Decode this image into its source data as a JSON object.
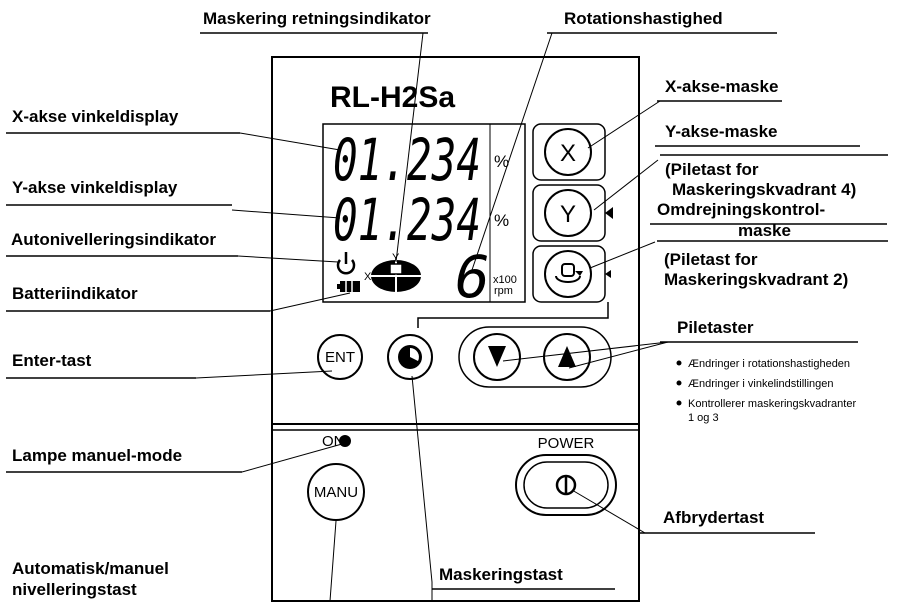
{
  "device": {
    "model": "RL-H2Sa",
    "display": {
      "x_angle": "01.234",
      "y_angle": "01.234",
      "percent_unit": "%",
      "rotation_speed": "6",
      "rpm_multiplier": "x100",
      "rpm_unit": "rpm",
      "axis_x": "X",
      "axis_y": "Y"
    },
    "keys": {
      "x_mask": "X",
      "y_mask": "Y",
      "enter": "ENT",
      "manual": "MANU",
      "power": "POWER",
      "on_lamp": "ON"
    }
  },
  "labels": {
    "masking_direction_indicator": "Maskering retningsindikator",
    "rotation_speed": "Rotationshastighed",
    "x_axis_mask": "X-akse-maske",
    "y_axis_mask": "Y-akse-maske",
    "arrow_key_quadrant4_line1": "(Piletast for",
    "arrow_key_quadrant4_line2": "Maskeringskvadrant 4)",
    "rotation_control_mask_line1": "Omdrejningskontrol-",
    "rotation_control_mask_line2": "maske",
    "arrow_key_quadrant2_line1": "(Piletast for",
    "arrow_key_quadrant2_line2": "Maskeringskvadrant 2)",
    "arrow_keys": "Piletaster",
    "arrow_key_bullets": [
      "Ændringer i rotationshastigheden",
      "Ændringer i vinkelindstillingen",
      "Kontrollerer maskeringskvadranter",
      "1 og 3"
    ],
    "x_axis_angle_display": "X-akse vinkeldisplay",
    "y_axis_angle_display": "Y-akse vinkeldisplay",
    "auto_level_indicator": "Autonivelleringsindikator",
    "battery_indicator": "Batteriindikator",
    "enter_key": "Enter-tast",
    "manual_mode_lamp": "Lampe manuel-mode",
    "auto_manual_key_line1": "Automatisk/manuel",
    "auto_manual_key_line2": "nivelleringstast",
    "masking_key": "Maskeringstast",
    "power_switch": "Afbrydertast"
  }
}
